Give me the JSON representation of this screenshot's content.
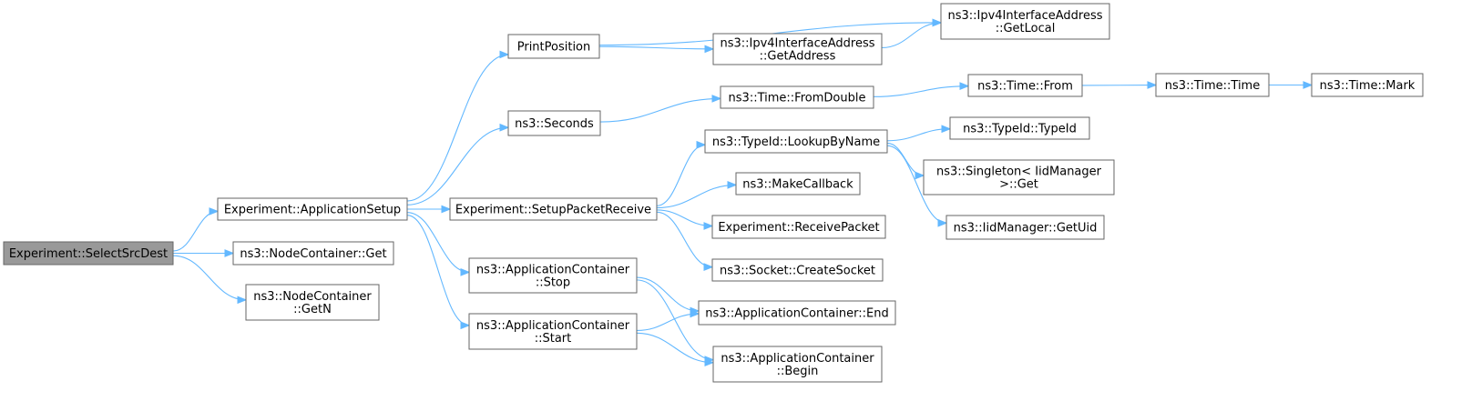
{
  "nodes": [
    {
      "id": "n0",
      "lines": [
        "Experiment::SelectSrcDest"
      ],
      "root": true
    },
    {
      "id": "n1",
      "lines": [
        "Experiment::ApplicationSetup"
      ]
    },
    {
      "id": "n2",
      "lines": [
        "ns3::NodeContainer::Get"
      ]
    },
    {
      "id": "n3",
      "lines": [
        "ns3::NodeContainer",
        "::GetN"
      ]
    },
    {
      "id": "n4",
      "lines": [
        "PrintPosition"
      ]
    },
    {
      "id": "n5",
      "lines": [
        "ns3::Seconds"
      ]
    },
    {
      "id": "n6",
      "lines": [
        "Experiment::SetupPacketReceive"
      ]
    },
    {
      "id": "n7",
      "lines": [
        "ns3::ApplicationContainer",
        "::Stop"
      ]
    },
    {
      "id": "n8",
      "lines": [
        "ns3::ApplicationContainer",
        "::Start"
      ]
    },
    {
      "id": "n9",
      "lines": [
        "ns3::Ipv4InterfaceAddress",
        "::GetAddress"
      ]
    },
    {
      "id": "n10",
      "lines": [
        "ns3::Ipv4InterfaceAddress",
        "::GetLocal"
      ]
    },
    {
      "id": "n11",
      "lines": [
        "ns3::Time::FromDouble"
      ]
    },
    {
      "id": "n12",
      "lines": [
        "ns3::TypeId::LookupByName"
      ]
    },
    {
      "id": "n13",
      "lines": [
        "ns3::MakeCallback"
      ]
    },
    {
      "id": "n14",
      "lines": [
        "Experiment::ReceivePacket"
      ]
    },
    {
      "id": "n15",
      "lines": [
        "ns3::Socket::CreateSocket"
      ]
    },
    {
      "id": "n16",
      "lines": [
        "ns3::ApplicationContainer::End"
      ]
    },
    {
      "id": "n17",
      "lines": [
        "ns3::ApplicationContainer",
        "::Begin"
      ]
    },
    {
      "id": "n18",
      "lines": [
        "ns3::Time::From"
      ]
    },
    {
      "id": "n19",
      "lines": [
        "ns3::Time::Time"
      ]
    },
    {
      "id": "n20",
      "lines": [
        "ns3::Time::Mark"
      ]
    },
    {
      "id": "n21",
      "lines": [
        "ns3::TypeId::TypeId"
      ]
    },
    {
      "id": "n22",
      "lines": [
        "ns3::Singleton< IidManager",
        " >::Get"
      ]
    },
    {
      "id": "n23",
      "lines": [
        "ns3::IidManager::GetUid"
      ]
    }
  ],
  "edges": [
    [
      "n0",
      "n1"
    ],
    [
      "n0",
      "n2"
    ],
    [
      "n0",
      "n3"
    ],
    [
      "n1",
      "n4"
    ],
    [
      "n1",
      "n5"
    ],
    [
      "n1",
      "n6"
    ],
    [
      "n1",
      "n7"
    ],
    [
      "n1",
      "n8"
    ],
    [
      "n4",
      "n9"
    ],
    [
      "n4",
      "n10"
    ],
    [
      "n9",
      "n10"
    ],
    [
      "n5",
      "n11"
    ],
    [
      "n11",
      "n18"
    ],
    [
      "n18",
      "n19"
    ],
    [
      "n19",
      "n20"
    ],
    [
      "n6",
      "n12"
    ],
    [
      "n6",
      "n13"
    ],
    [
      "n6",
      "n14"
    ],
    [
      "n6",
      "n15"
    ],
    [
      "n12",
      "n21"
    ],
    [
      "n12",
      "n22"
    ],
    [
      "n12",
      "n23"
    ],
    [
      "n7",
      "n16"
    ],
    [
      "n7",
      "n17"
    ],
    [
      "n8",
      "n16"
    ],
    [
      "n8",
      "n17"
    ]
  ]
}
